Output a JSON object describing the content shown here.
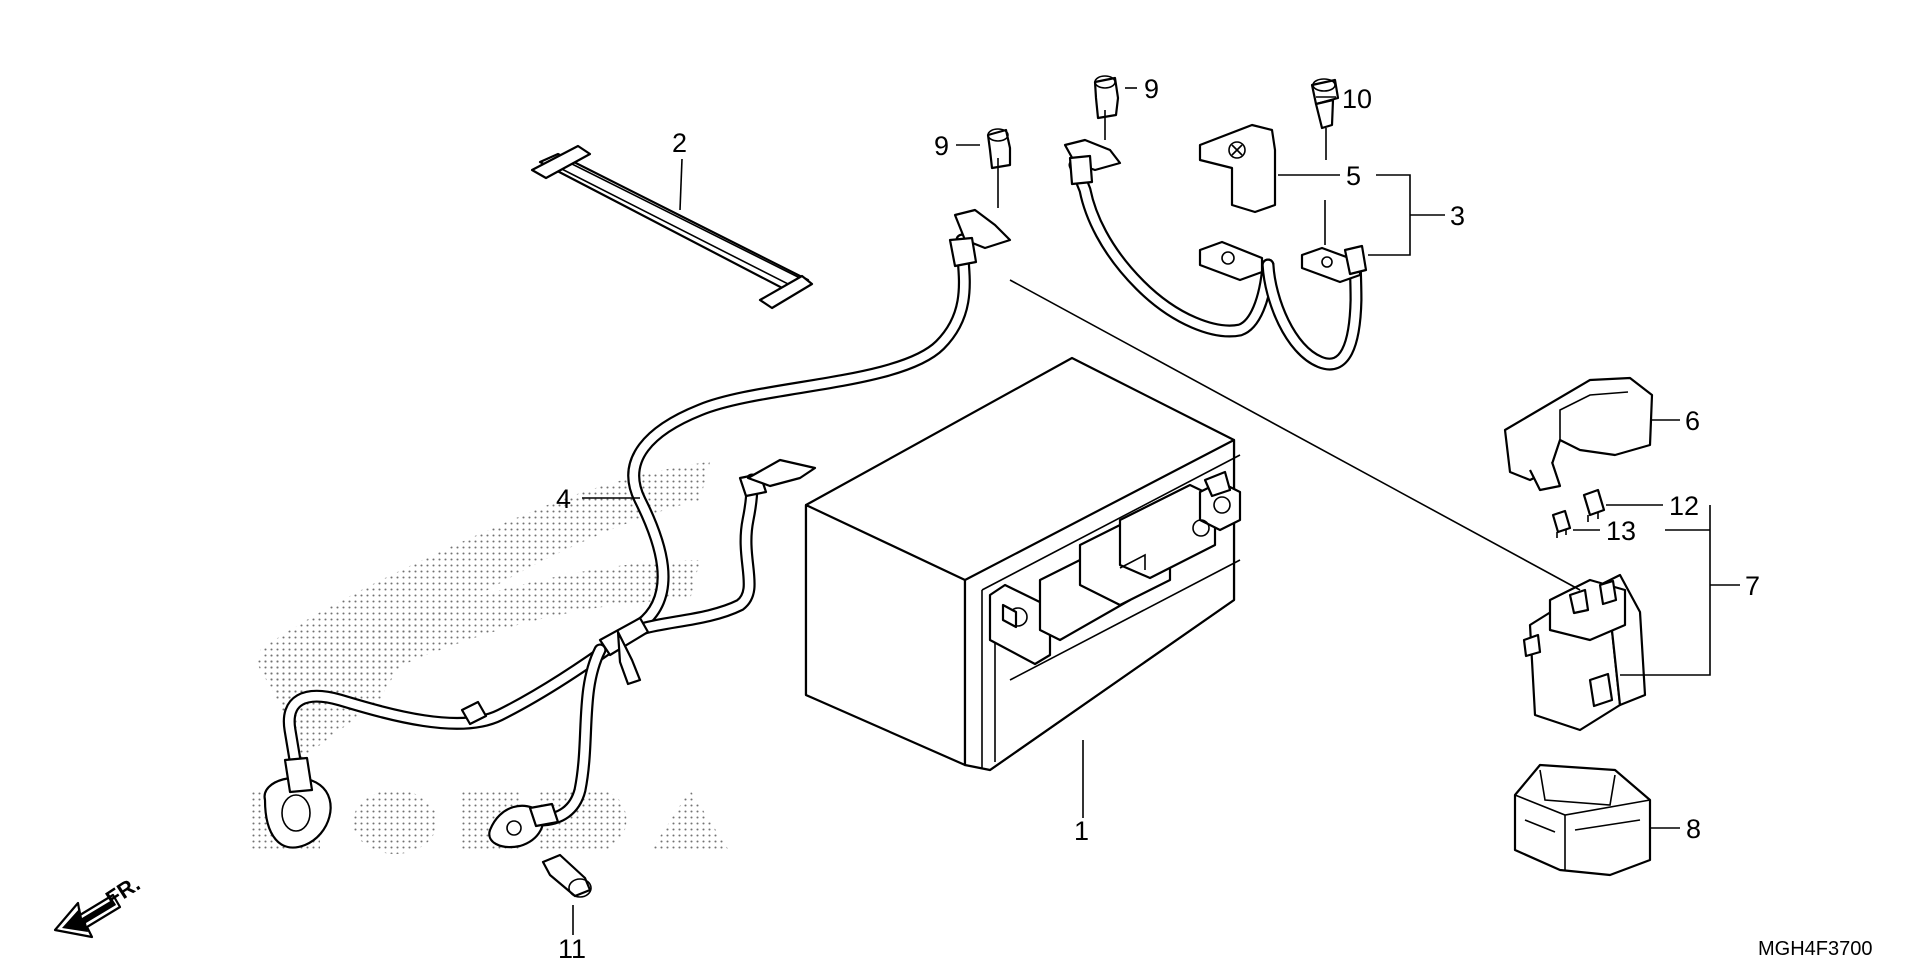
{
  "diagram": {
    "drawing_code": "MGH4F3700",
    "direction_label": "FR.",
    "watermark_icon": "honda-wing-logo-watermark",
    "callouts": [
      "1",
      "2",
      "3",
      "4",
      "5",
      "6",
      "7",
      "8",
      "9",
      "9",
      "10",
      "11",
      "12",
      "13"
    ]
  }
}
